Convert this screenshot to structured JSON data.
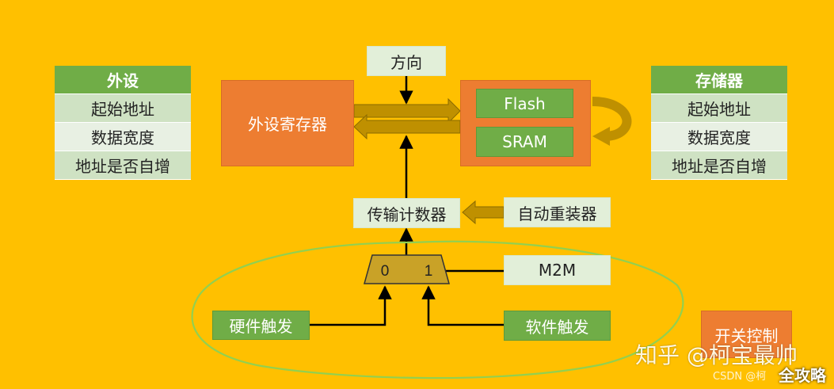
{
  "peripheral_table": {
    "title": "外设",
    "rows": [
      "起始地址",
      "数据宽度",
      "地址是否自增"
    ]
  },
  "memory_table": {
    "title": "存储器",
    "rows": [
      "起始地址",
      "数据宽度",
      "地址是否自增"
    ]
  },
  "boxes": {
    "direction": "方向",
    "peripheral_register": "外设寄存器",
    "flash": "Flash",
    "sram": "SRAM",
    "transfer_counter": "传输计数器",
    "auto_reload": "自动重装器",
    "m2m": "M2M",
    "hardware_trigger": "硬件触发",
    "software_trigger": "软件触发",
    "switch_control": "开关控制"
  },
  "mux": {
    "input0": "0",
    "input1": "1"
  },
  "watermark": {
    "zhihu": "知乎 @柯宝最帅",
    "csdn": "CSDN @柯",
    "overlay": "全攻略"
  },
  "colors": {
    "background": "#ffc000",
    "box_orange": "#ed7d31",
    "box_green": "#70ad47",
    "box_light": "#e2efd9",
    "arrow_olive": "#bf9000",
    "mux_fill": "#c9a227",
    "loop_ellipse": "#92d050"
  }
}
